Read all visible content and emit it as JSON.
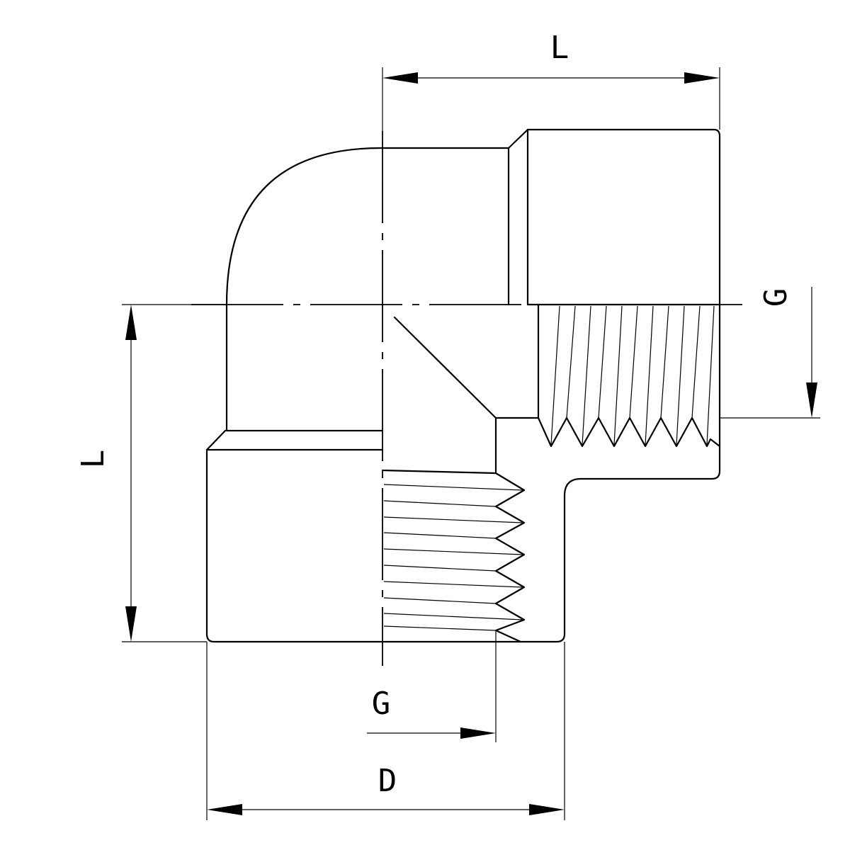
{
  "labels": {
    "length_top": "L",
    "length_left": "L",
    "thread_right": "G",
    "thread_bottom": "G",
    "diameter": "D"
  },
  "colors": {
    "line": "#000000",
    "background": "#ffffff"
  }
}
